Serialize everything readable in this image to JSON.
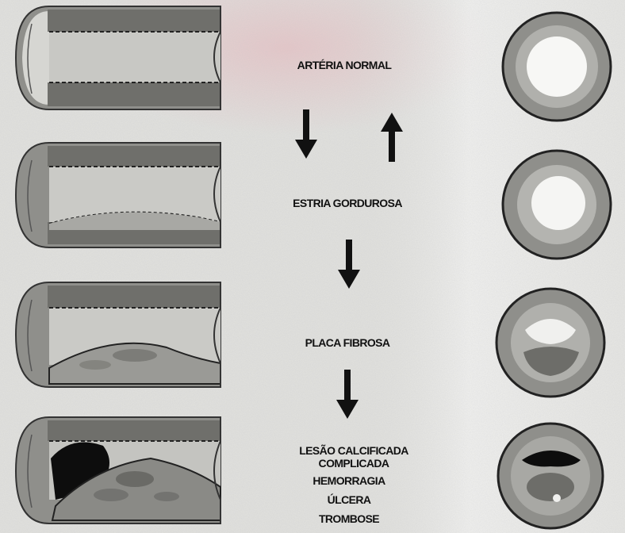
{
  "stages": [
    {
      "label": "ARTÉRIA NORMAL"
    },
    {
      "label": "ESTRIA GORDUROSA"
    },
    {
      "label": "PLACA FIBROSA"
    },
    {
      "label": "LESÃO CALCIFICADA"
    }
  ],
  "final_lines": [
    "COMPLICADA",
    "HEMORRAGIA",
    "ÚLCERA",
    "TROMBOSE"
  ],
  "colors": {
    "background": "#e8e8e6",
    "ink": "#111111",
    "vessel_wall": "#8f8f8b",
    "vessel_light": "#cfcfcb",
    "lumen_dark": "#0d0d0d",
    "background_tint": "#e7c3c6"
  },
  "icons": [
    "arrow-down-icon",
    "arrow-up-icon"
  ]
}
